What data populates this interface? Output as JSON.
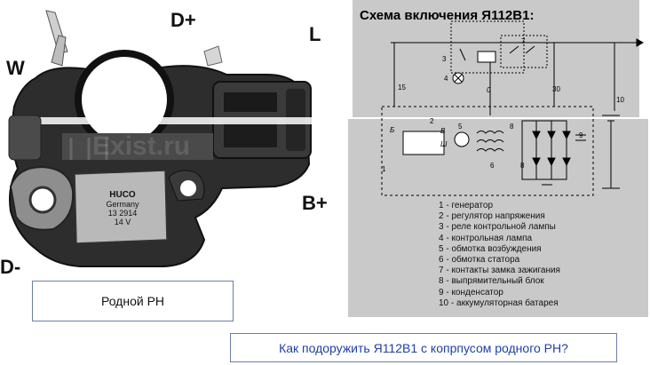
{
  "photo_labels": {
    "w": "W",
    "dplus": "D+",
    "l": "L",
    "bplus": "B+",
    "dminus": "D-"
  },
  "chip": {
    "brand": "HUCO",
    "sub": "Germany",
    "num": "13 2914",
    "volt": "14 V"
  },
  "watermark": "Exist.ru",
  "schema": {
    "title": "Схема включения Я112В1:",
    "terminals": {
      "t15": "15",
      "t0": "0",
      "t30": "30",
      "tB": "Б",
      "tV": "В",
      "tSh": "Ш"
    },
    "numbers": {
      "n1": "1",
      "n2": "2",
      "n3": "3",
      "n4": "4",
      "n5": "5",
      "n6": "6",
      "n7": "7",
      "n8": "8",
      "n8b": "8",
      "n9": "9",
      "n10": "10"
    },
    "legend": [
      "1 - генератор",
      "2 - регулятор напряжения",
      "3 - реле контрольной лампы",
      "4 - контрольная лампа",
      "5 - обмотка возбуждения",
      "6 - обмотка статора",
      "7 - контакты замка зажигания",
      "8 - выпрямительный блок",
      "9 - конденсатор",
      "10 - аккумуляторная батарея"
    ]
  },
  "caption": "Родной РН",
  "link": "Как подоружить Я112В1 с копрпусом родного РН?"
}
